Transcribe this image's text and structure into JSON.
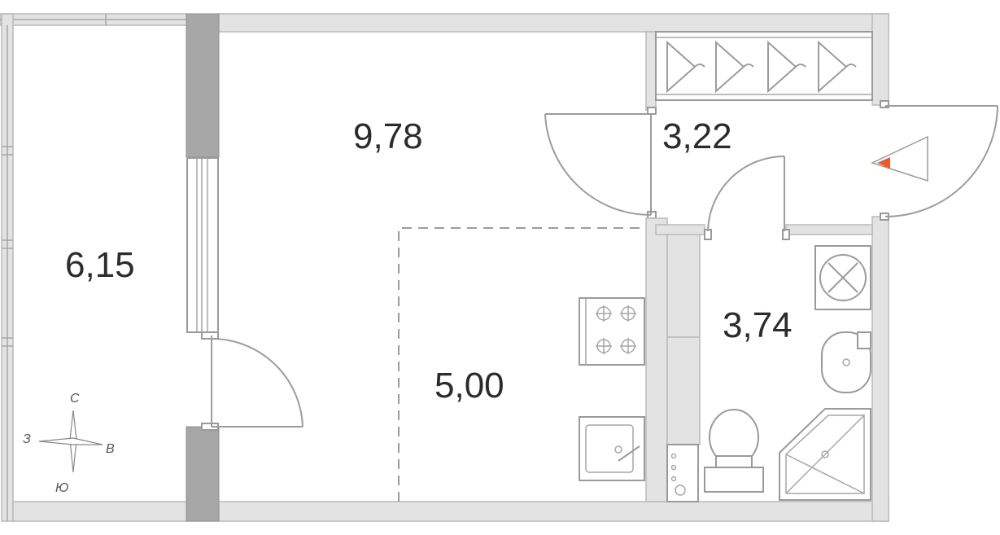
{
  "rooms": [
    {
      "id": "balcony",
      "label": "6,15"
    },
    {
      "id": "living",
      "label": "9,78"
    },
    {
      "id": "kitchen",
      "label": "5,00"
    },
    {
      "id": "hall",
      "label": "3,22"
    },
    {
      "id": "bathroom",
      "label": "3,74"
    }
  ],
  "compass": {
    "north": "С",
    "south": "Ю",
    "west": "З",
    "east": "В"
  },
  "colors": {
    "wall": "#e3e3e3",
    "wall_dark": "#a7a7a7",
    "line": "#9c9c9c",
    "entrance_marker": "#f05a28"
  }
}
